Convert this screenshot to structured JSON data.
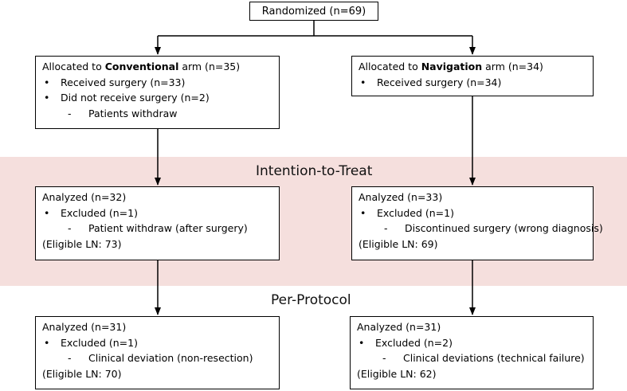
{
  "randomized": "Randomized (n=69)",
  "stages": {
    "itt": "Intention-to-Treat",
    "pp": "Per-Protocol"
  },
  "conventional": {
    "alloc_prefix": "Allocated to ",
    "alloc_arm": "Conventional",
    "alloc_suffix": " arm (n=35)",
    "received": "Received surgery (n=33)",
    "not_received": "Did not receive surgery (n=2)",
    "not_received_reason": "Patients withdraw",
    "itt_analyzed": "Analyzed (n=32)",
    "itt_excluded": "Excluded (n=1)",
    "itt_reason": "Patient withdraw (after surgery)",
    "itt_eligible": "(Eligible LN: 73)",
    "pp_analyzed": "Analyzed (n=31)",
    "pp_excluded": "Excluded (n=1)",
    "pp_reason": "Clinical deviation (non-resection)",
    "pp_eligible": "(Eligible LN: 70)"
  },
  "navigation": {
    "alloc_prefix": "Allocated to ",
    "alloc_arm": "Navigation",
    "alloc_suffix": " arm (n=34)",
    "received": "Received surgery (n=34)",
    "itt_analyzed": "Analyzed (n=33)",
    "itt_excluded": "Excluded (n=1)",
    "itt_reason": "Discontinued surgery (wrong diagnosis)",
    "itt_eligible": "(Eligible LN: 69)",
    "pp_analyzed": "Analyzed (n=31)",
    "pp_excluded": "Excluded (n=2)",
    "pp_reason": "Clinical deviations (technical failure)",
    "pp_eligible": "(Eligible LN: 62)"
  }
}
